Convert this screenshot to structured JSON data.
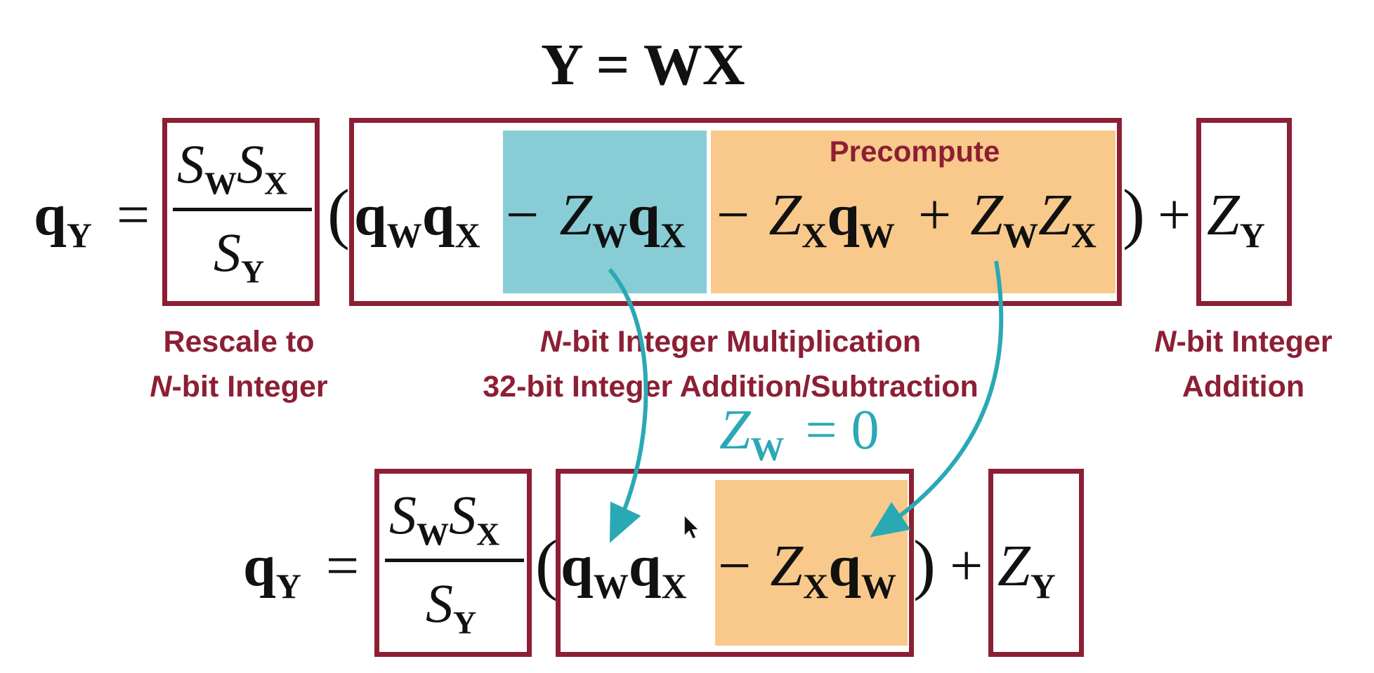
{
  "title": "Y = WX",
  "top_equation": {
    "lhs_q": "q",
    "lhs_sub": "Y",
    "eq": "=",
    "frac_num": "S",
    "frac_num_sub1": "W",
    "frac_num_s2": "S",
    "frac_num_sub2": "X",
    "frac_den": "S",
    "frac_den_sub": "Y",
    "paren_open": "(",
    "paren_close": ")",
    "plus": "+",
    "term_qw": "q",
    "term_qw_sub": "W",
    "term_qx": "q",
    "term_qx_sub": "X",
    "minus1": "−",
    "zw_q": "Z",
    "zw_sub": "W",
    "zw_qx": "q",
    "zw_qx_sub": "X",
    "minus2": "−",
    "zx": "Z",
    "zx_sub": "X",
    "zx_qw": "q",
    "zx_qw_sub": "W",
    "plus2": "+",
    "zwzx_z1": "Z",
    "zwzx_sub1": "W",
    "zwzx_z2": "Z",
    "zwzx_sub2": "X",
    "zy": "Z",
    "zy_sub": "Y"
  },
  "precompute_label": "Precompute",
  "labels": {
    "rescale_line1": "Rescale to",
    "rescale_line2_italic": "N",
    "rescale_line2_rest": "-bit Integer",
    "mult_line1_italic": "N",
    "mult_line1_rest": "-bit Integer Multiplication",
    "mult_line2": "32-bit Integer Addition/Subtraction",
    "add_line1_italic": "N",
    "add_line1_rest": "-bit Integer",
    "add_line2": "Addition"
  },
  "zw_zero": {
    "z": "Z",
    "sub": "W",
    "eq": "= 0"
  },
  "colors": {
    "box": "#8c1f34",
    "teal": "#88cdd6",
    "orange": "#f8c98a",
    "arrow": "#2aa9b5",
    "label": "#8c1f34"
  }
}
